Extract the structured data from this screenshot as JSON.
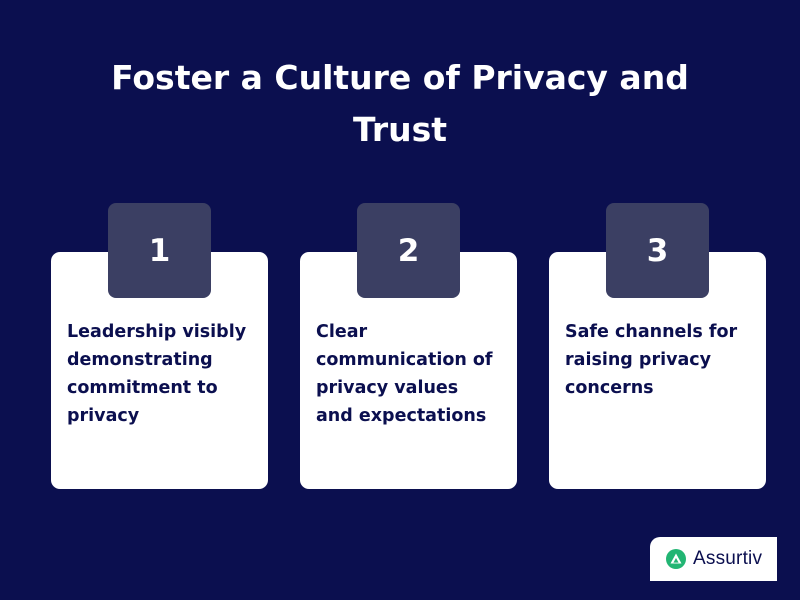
{
  "title_lines": [
    "Foster a Culture of Privacy and",
    "Trust"
  ],
  "cards": [
    {
      "number": "1",
      "lines": [
        "Leadership visibly",
        "demonstrating",
        "commitment to",
        "privacy"
      ]
    },
    {
      "number": "2",
      "lines": [
        "Clear",
        "communication of",
        "privacy values",
        "and expectations"
      ]
    },
    {
      "number": "3",
      "lines": [
        "Safe channels for",
        "raising privacy",
        "concerns"
      ]
    }
  ],
  "brand": {
    "name": "Assurtiv",
    "icon": "assurtiv-logo-icon"
  },
  "colors": {
    "background": "#0b0f4f",
    "card": "#ffffff",
    "number_box": "#3b3f63",
    "text_dark": "#0b0f4f",
    "logo_green": "#22b573"
  }
}
